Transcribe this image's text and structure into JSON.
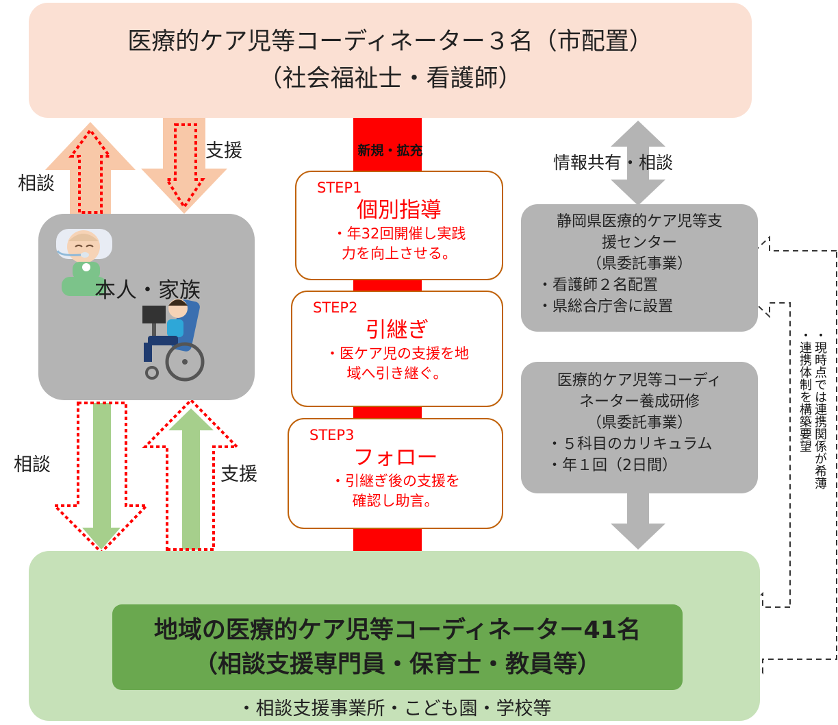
{
  "top_box": {
    "line1": "医療的ケア児等コーディネーター３名（市配置）",
    "line2": "（社会福祉士・看護師）"
  },
  "family": {
    "label": "本人・家族"
  },
  "labels": {
    "consult_top": "相談",
    "support_top": "支援",
    "consult_bottom": "相談",
    "support_bottom": "支援",
    "info_share": "情報共有・相談",
    "new_expand": "新規・拡充"
  },
  "steps": [
    {
      "id": "STEP1",
      "title": "個別指導",
      "desc_lines": [
        "・年32回開催し実践",
        "力を向上させる。"
      ]
    },
    {
      "id": "STEP2",
      "title": "引継ぎ",
      "desc_lines": [
        "・医ケア児の支援を地",
        "域へ引き継ぐ。"
      ]
    },
    {
      "id": "STEP3",
      "title": "フォロー",
      "desc_lines": [
        "・引継ぎ後の支援を",
        "確認し助言。"
      ]
    }
  ],
  "pref_center": {
    "title_lines": [
      "静岡県医療的ケア児等支",
      "援センター",
      "（県委託事業）"
    ],
    "points": [
      "・看護師２名配置",
      "・県総合庁舎に設置"
    ]
  },
  "training": {
    "title_lines": [
      "医療的ケア児等コーディ",
      "ネーター養成研修",
      "（県委託事業）"
    ],
    "points": [
      "・５科目のカリキュラム",
      "・年１回（2日間）"
    ]
  },
  "vertical_note": [
    "・現時点では連携関係が希薄",
    "・連携体制を構築要望"
  ],
  "bottom_box": {
    "line1": "地域の医療的ケア児等コーディネーター41名",
    "line2": "（相談支援専門員・保育士・教員等）",
    "sub": "・相談支援事業所・こども園・学校等"
  },
  "colors": {
    "top_box": "#fbe0d3",
    "peach_arrow": "#f8c8a8",
    "green_arrow": "#a6cf8c",
    "gray": "#b4b4b4",
    "red_arrow": "#ff0000",
    "step_border": "#c0620a",
    "bottom_box": "#c6e1b8",
    "bottom_inner": "#6aa84f"
  },
  "icons": [
    "baby-with-tube-icon",
    "child-in-wheelchair-icon"
  ]
}
